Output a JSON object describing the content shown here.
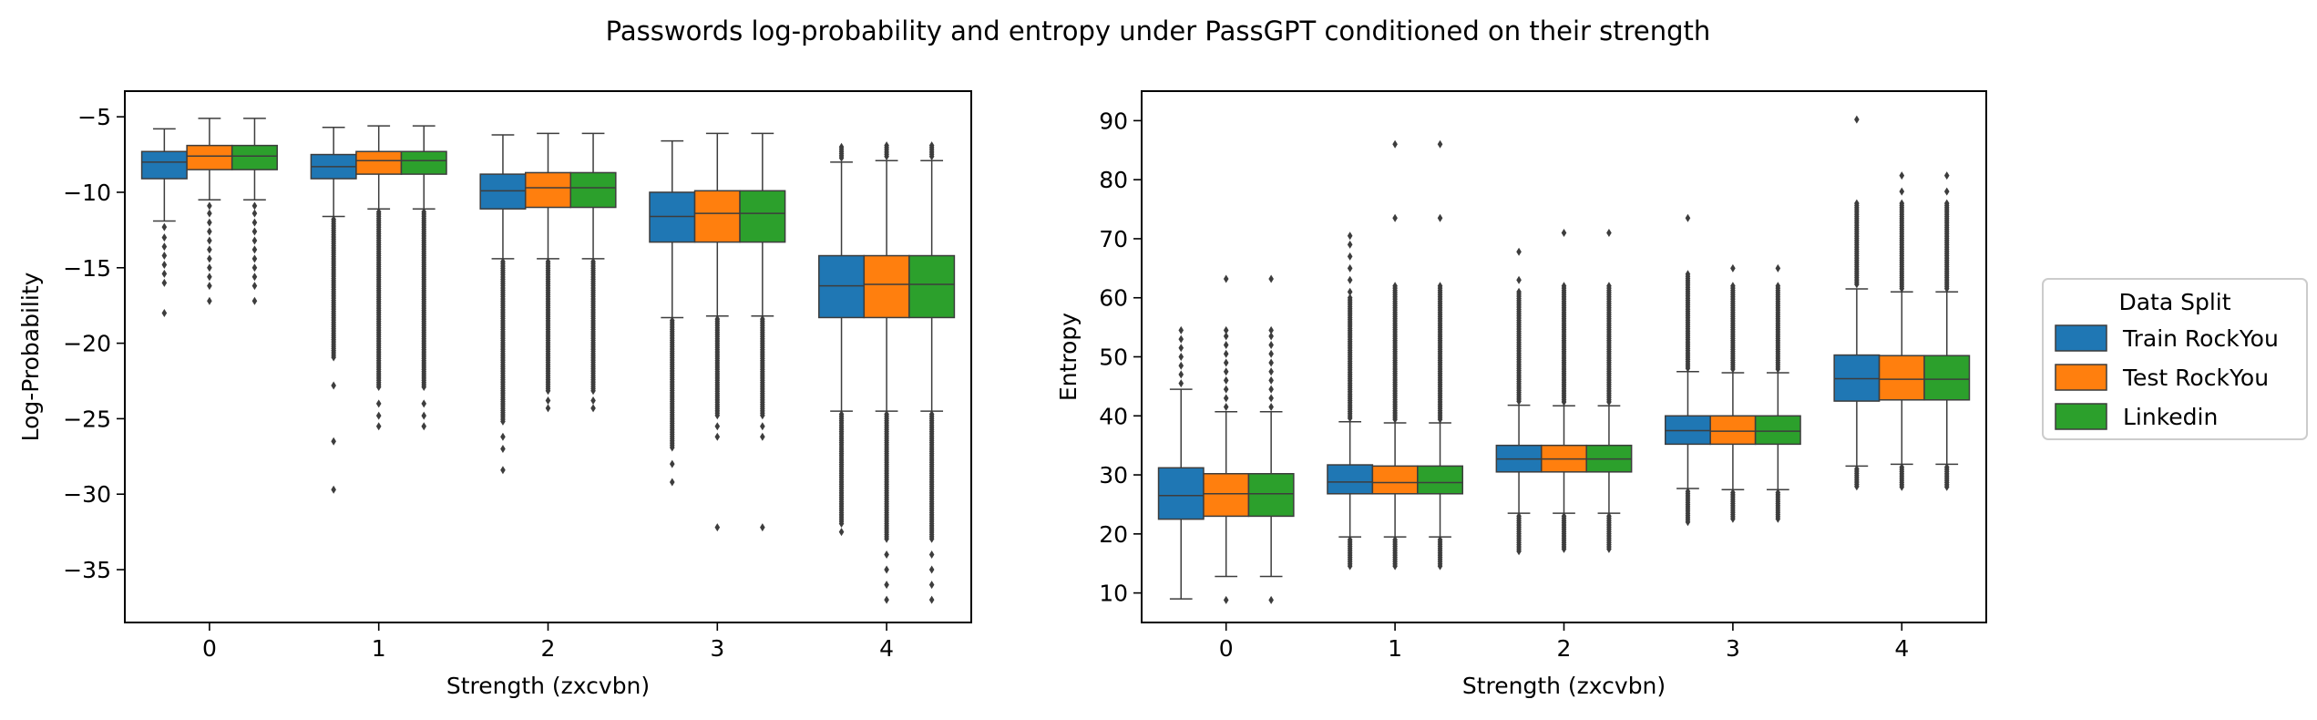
{
  "figure": {
    "title": "Passwords log-probability and entropy under PassGPT conditioned on their strength"
  },
  "legend": {
    "title": "Data Split",
    "entries": [
      {
        "label": "Train RockYou",
        "color": "#1f77b4"
      },
      {
        "label": "Test RockYou",
        "color": "#ff7f0e"
      },
      {
        "label": "Linkedin",
        "color": "#2ca02c"
      }
    ]
  },
  "chart_data": [
    {
      "type": "box",
      "title": "",
      "xlabel": "Strength (zxcvbn)",
      "ylabel": "Log-Probability",
      "categories": [
        "0",
        "1",
        "2",
        "3",
        "4"
      ],
      "ylim": [
        -38.5,
        -3.3
      ],
      "yticks": [
        -35,
        -30,
        -25,
        -20,
        -15,
        -10,
        -5
      ],
      "ytick_labels": [
        "−35",
        "−30",
        "−25",
        "−20",
        "−15",
        "−10",
        "−5"
      ],
      "grid": false,
      "series": [
        {
          "name": "Train RockYou",
          "color": "#1f77b4",
          "boxes": [
            {
              "whislo": -11.9,
              "q1": -9.1,
              "med": -8.0,
              "q3": -7.3,
              "whishi": -5.8,
              "fliers": [
                -12.3,
                -13.0,
                -13.6,
                -14.2,
                -14.8,
                -15.4,
                -16.0,
                -18.0
              ],
              "dense": []
            },
            {
              "whislo": -11.6,
              "q1": -9.1,
              "med": -8.3,
              "q3": -7.5,
              "whishi": -5.7,
              "fliers": [
                -22.8,
                -26.5,
                -29.7
              ],
              "dense": [
                -11.8,
                -21.0
              ]
            },
            {
              "whislo": -14.4,
              "q1": -11.1,
              "med": -9.9,
              "q3": -8.8,
              "whishi": -6.2,
              "fliers": [
                -26.2,
                -27.0,
                -28.4
              ],
              "dense": [
                -14.6,
                -25.2
              ]
            },
            {
              "whislo": -18.3,
              "q1": -13.3,
              "med": -11.6,
              "q3": -10.0,
              "whishi": -6.6,
              "fliers": [
                -28.0,
                -29.2
              ],
              "dense": [
                -18.5,
                -27.0
              ]
            },
            {
              "whislo": -24.5,
              "q1": -18.3,
              "med": -16.2,
              "q3": -14.2,
              "whishi": -8.0,
              "fliers": [
                -32.5
              ],
              "dense": [
                -7.0,
                -7.8,
                -24.7,
                -32.0
              ]
            }
          ]
        },
        {
          "name": "Test RockYou",
          "color": "#ff7f0e",
          "boxes": [
            {
              "whislo": -10.5,
              "q1": -8.5,
              "med": -7.6,
              "q3": -6.9,
              "whishi": -5.1,
              "fliers": [
                -10.9,
                -11.4,
                -12.0,
                -12.6,
                -13.2,
                -13.8,
                -14.4,
                -15.0,
                -15.6,
                -16.2,
                -17.2
              ],
              "dense": []
            },
            {
              "whislo": -11.1,
              "q1": -8.8,
              "med": -7.9,
              "q3": -7.3,
              "whishi": -5.6,
              "fliers": [
                -24.0,
                -24.8,
                -25.5
              ],
              "dense": [
                -11.3,
                -23.0
              ]
            },
            {
              "whislo": -14.4,
              "q1": -11.0,
              "med": -9.7,
              "q3": -8.7,
              "whishi": -6.1,
              "fliers": [
                -23.8,
                -24.3
              ],
              "dense": [
                -14.6,
                -23.2
              ]
            },
            {
              "whislo": -18.2,
              "q1": -13.3,
              "med": -11.4,
              "q3": -9.9,
              "whishi": -6.1,
              "fliers": [
                -25.5,
                -26.2,
                -32.2
              ],
              "dense": [
                -18.4,
                -24.8
              ]
            },
            {
              "whislo": -24.5,
              "q1": -18.3,
              "med": -16.1,
              "q3": -14.2,
              "whishi": -7.9,
              "fliers": [
                -34.0,
                -35.0,
                -36.0,
                -37.0
              ],
              "dense": [
                -6.9,
                -7.7,
                -24.7,
                -33.0
              ]
            }
          ]
        },
        {
          "name": "Linkedin",
          "color": "#2ca02c",
          "boxes": [
            {
              "whislo": -10.5,
              "q1": -8.5,
              "med": -7.6,
              "q3": -6.9,
              "whishi": -5.1,
              "fliers": [
                -10.9,
                -11.4,
                -12.0,
                -12.6,
                -13.2,
                -13.8,
                -14.4,
                -15.0,
                -15.6,
                -16.2,
                -17.2
              ],
              "dense": []
            },
            {
              "whislo": -11.1,
              "q1": -8.8,
              "med": -7.9,
              "q3": -7.3,
              "whishi": -5.6,
              "fliers": [
                -24.0,
                -24.8,
                -25.5
              ],
              "dense": [
                -11.3,
                -23.0
              ]
            },
            {
              "whislo": -14.4,
              "q1": -11.0,
              "med": -9.7,
              "q3": -8.7,
              "whishi": -6.1,
              "fliers": [
                -23.8,
                -24.3
              ],
              "dense": [
                -14.6,
                -23.2
              ]
            },
            {
              "whislo": -18.2,
              "q1": -13.3,
              "med": -11.4,
              "q3": -9.9,
              "whishi": -6.1,
              "fliers": [
                -25.5,
                -26.2,
                -32.2
              ],
              "dense": [
                -18.4,
                -24.8
              ]
            },
            {
              "whislo": -24.5,
              "q1": -18.3,
              "med": -16.1,
              "q3": -14.2,
              "whishi": -7.9,
              "fliers": [
                -34.0,
                -35.0,
                -36.0,
                -37.0
              ],
              "dense": [
                -6.9,
                -7.7,
                -24.7,
                -33.0
              ]
            }
          ]
        }
      ]
    },
    {
      "type": "box",
      "title": "",
      "xlabel": "Strength (zxcvbn)",
      "ylabel": "Entropy",
      "categories": [
        "0",
        "1",
        "2",
        "3",
        "4"
      ],
      "ylim": [
        5,
        95
      ],
      "yticks": [
        10,
        20,
        30,
        40,
        50,
        60,
        70,
        80,
        90
      ],
      "ytick_labels": [
        "10",
        "20",
        "30",
        "40",
        "50",
        "60",
        "70",
        "80",
        "90"
      ],
      "grid": false,
      "series": [
        {
          "name": "Train RockYou",
          "color": "#1f77b4",
          "boxes": [
            {
              "whislo": 9.0,
              "q1": 22.5,
              "med": 26.5,
              "q3": 31.2,
              "whishi": 44.5,
              "fliers": [
                45.5,
                47.0,
                48.5,
                50.0,
                51.5,
                53.0,
                54.5
              ],
              "dense": []
            },
            {
              "whislo": 19.5,
              "q1": 26.8,
              "med": 28.8,
              "q3": 31.7,
              "whishi": 39.0,
              "fliers": [
                61.0,
                63.0,
                65.0,
                67.0,
                69.0,
                70.5
              ],
              "dense": [
                14.5,
                19.0,
                39.5,
                60.0
              ]
            },
            {
              "whislo": 23.5,
              "q1": 30.5,
              "med": 32.7,
              "q3": 35.0,
              "whishi": 41.8,
              "fliers": [
                63.0,
                67.8
              ],
              "dense": [
                17.0,
                23.0,
                42.2,
                61.0
              ]
            },
            {
              "whislo": 27.7,
              "q1": 35.2,
              "med": 37.5,
              "q3": 40.0,
              "whishi": 47.5,
              "fliers": [
                73.5
              ],
              "dense": [
                22.0,
                27.2,
                48.0,
                64.0
              ]
            },
            {
              "whislo": 31.5,
              "q1": 42.5,
              "med": 46.3,
              "q3": 50.3,
              "whishi": 61.5,
              "fliers": [
                90.2
              ],
              "dense": [
                28.0,
                31.0,
                62.0,
                76.0
              ]
            }
          ]
        },
        {
          "name": "Test RockYou",
          "color": "#ff7f0e",
          "boxes": [
            {
              "whislo": 12.8,
              "q1": 23.0,
              "med": 26.8,
              "q3": 30.2,
              "whishi": 40.7,
              "fliers": [
                8.8,
                41.5,
                43.0,
                44.5,
                46.0,
                47.5,
                49.0,
                50.5,
                52.0,
                53.5,
                54.5,
                63.2
              ],
              "dense": []
            },
            {
              "whislo": 19.5,
              "q1": 26.8,
              "med": 28.7,
              "q3": 31.5,
              "whishi": 38.8,
              "fliers": [
                73.5,
                86.0
              ],
              "dense": [
                14.2,
                19.0,
                39.2,
                62.0
              ]
            },
            {
              "whislo": 23.5,
              "q1": 30.5,
              "med": 32.7,
              "q3": 35.0,
              "whishi": 41.7,
              "fliers": [
                71.0
              ],
              "dense": [
                17.2,
                23.0,
                42.1,
                62.0
              ]
            },
            {
              "whislo": 27.5,
              "q1": 35.2,
              "med": 37.4,
              "q3": 40.0,
              "whishi": 47.3,
              "fliers": [
                65.0
              ],
              "dense": [
                22.5,
                27.0,
                47.8,
                62.0
              ]
            },
            {
              "whislo": 31.8,
              "q1": 42.7,
              "med": 46.2,
              "q3": 50.2,
              "whishi": 61.0,
              "fliers": [
                78.0,
                80.7
              ],
              "dense": [
                27.8,
                31.3,
                61.5,
                76.0
              ]
            }
          ]
        },
        {
          "name": "Linkedin",
          "color": "#2ca02c",
          "boxes": [
            {
              "whislo": 12.8,
              "q1": 23.0,
              "med": 26.8,
              "q3": 30.2,
              "whishi": 40.7,
              "fliers": [
                8.8,
                41.5,
                43.0,
                44.5,
                46.0,
                47.5,
                49.0,
                50.5,
                52.0,
                53.5,
                54.5,
                63.2
              ],
              "dense": []
            },
            {
              "whislo": 19.5,
              "q1": 26.8,
              "med": 28.7,
              "q3": 31.5,
              "whishi": 38.8,
              "fliers": [
                73.5,
                86.0
              ],
              "dense": [
                14.2,
                19.0,
                39.2,
                62.0
              ]
            },
            {
              "whislo": 23.5,
              "q1": 30.5,
              "med": 32.7,
              "q3": 35.0,
              "whishi": 41.7,
              "fliers": [
                71.0
              ],
              "dense": [
                17.2,
                23.0,
                42.1,
                62.0
              ]
            },
            {
              "whislo": 27.5,
              "q1": 35.2,
              "med": 37.4,
              "q3": 40.0,
              "whishi": 47.3,
              "fliers": [
                65.0
              ],
              "dense": [
                22.5,
                27.0,
                47.8,
                62.0
              ]
            },
            {
              "whislo": 31.8,
              "q1": 42.7,
              "med": 46.2,
              "q3": 50.2,
              "whishi": 61.0,
              "fliers": [
                78.0,
                80.7
              ],
              "dense": [
                27.8,
                31.3,
                61.5,
                76.0
              ]
            }
          ]
        }
      ]
    }
  ]
}
